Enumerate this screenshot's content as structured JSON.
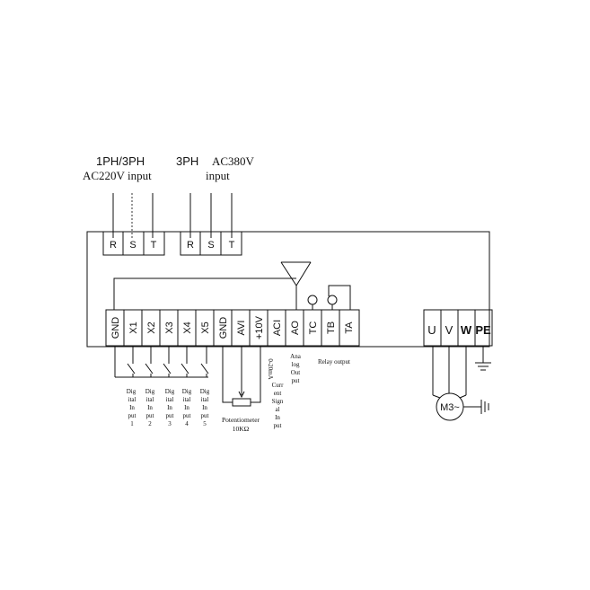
{
  "inputs": {
    "single": {
      "line1": "1PH/3PH",
      "line2": "AC220V input"
    },
    "three": {
      "line1": "3PH",
      "line2": "AC380V",
      "line3": "input"
    }
  },
  "power_terminals": {
    "group1": [
      "R",
      "S",
      "T"
    ],
    "group2": [
      "R",
      "S",
      "T"
    ]
  },
  "control_terminals": [
    "GND",
    "X1",
    "X2",
    "X3",
    "X4",
    "X5",
    "GND",
    "AVI",
    "+10V",
    "ACI",
    "AO",
    "TC",
    "TB",
    "TA"
  ],
  "output_terminals": [
    "U",
    "V",
    "W",
    "PE"
  ],
  "labels": {
    "digital_inputs": [
      [
        "Dig",
        "ital",
        "In",
        "put",
        "1"
      ],
      [
        "Dig",
        "ital",
        "In",
        "put",
        "2"
      ],
      [
        "Dig",
        "ital",
        "In",
        "put",
        "3"
      ],
      [
        "Dig",
        "ital",
        "In",
        "put",
        "4"
      ],
      [
        "Dig",
        "ital",
        "In",
        "put",
        "5"
      ]
    ],
    "potentiometer": {
      "line1": "Potentiometer",
      "line2": "10KΩ"
    },
    "current_input_rotated": "0-20mA",
    "current_input": [
      "Curr",
      "ent",
      "Sign",
      "al",
      "In",
      "put"
    ],
    "analog_output": [
      "Ana",
      "log",
      "Out",
      "put"
    ],
    "relay_output": "Relay output",
    "motor": "M3~"
  }
}
